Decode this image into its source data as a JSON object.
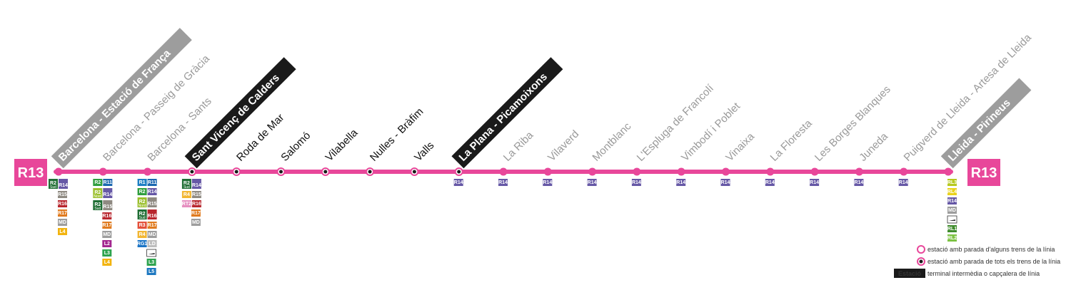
{
  "line": {
    "code": "R13",
    "color": "#e8479a"
  },
  "stations": [
    {
      "name": "Barcelona - Estació de França",
      "style": "terminal-grey",
      "marker": "ring",
      "badges": [
        [
          "R2 Sud",
          "R14"
        ],
        [
          "R15"
        ],
        [
          "R16"
        ],
        [
          "R17"
        ],
        [
          "MD"
        ],
        [
          "L4"
        ]
      ]
    },
    {
      "name": "Barcelona - Passeig de Gràcia",
      "style": "grey",
      "marker": "ring",
      "badges": [
        [
          "R2",
          "R11"
        ],
        [
          "R2 Nord",
          "R14"
        ],
        [
          "R2 Sud",
          "R15"
        ],
        [
          "R16"
        ],
        [
          "R17"
        ],
        [
          "MD"
        ],
        [
          "L2"
        ],
        [
          "L3"
        ],
        [
          "L4"
        ]
      ]
    },
    {
      "name": "Barcelona - Sants",
      "style": "grey",
      "marker": "ring",
      "badges": [
        [
          "R1",
          "R11"
        ],
        [
          "R2",
          "R14"
        ],
        [
          "R2 Nord",
          "R15"
        ],
        [
          "R2 Sud",
          "R16"
        ],
        [
          "R3",
          "R17"
        ],
        [
          "R4",
          "MD"
        ],
        [
          "RG1",
          "LD"
        ],
        [
          "train"
        ],
        [
          "L3"
        ],
        [
          "L5"
        ]
      ]
    },
    {
      "name": "Sant Vicenç de Calders",
      "style": "terminal-black",
      "marker": "dot",
      "badges": [
        [
          "R2 Sud",
          "R14"
        ],
        [
          "R4",
          "R15"
        ],
        [
          "RT2",
          "R16"
        ],
        [
          "R17"
        ],
        [
          "MD"
        ]
      ]
    },
    {
      "name": "Roda de Mar",
      "style": "black",
      "marker": "dot",
      "badges": []
    },
    {
      "name": "Salomó",
      "style": "black",
      "marker": "dot",
      "badges": []
    },
    {
      "name": "Vilabella",
      "style": "black",
      "marker": "dot",
      "badges": []
    },
    {
      "name": "Nulles - Bràfim",
      "style": "black",
      "marker": "dot",
      "badges": []
    },
    {
      "name": "Valls",
      "style": "black",
      "marker": "dot",
      "badges": []
    },
    {
      "name": "La Plana - Picamoixons",
      "style": "terminal-black",
      "marker": "dot",
      "badges": [
        [
          "R14"
        ]
      ]
    },
    {
      "name": "La Riba",
      "style": "grey",
      "marker": "ring",
      "badges": [
        [
          "R14"
        ]
      ]
    },
    {
      "name": "Vilaverd",
      "style": "grey",
      "marker": "ring",
      "badges": [
        [
          "R14"
        ]
      ]
    },
    {
      "name": "Montblanc",
      "style": "grey",
      "marker": "ring",
      "badges": [
        [
          "R14"
        ]
      ]
    },
    {
      "name": "L'Espluga de Francolí",
      "style": "grey",
      "marker": "ring",
      "badges": [
        [
          "R14"
        ]
      ]
    },
    {
      "name": "Vimbodí i Poblet",
      "style": "grey",
      "marker": "ring",
      "badges": [
        [
          "R14"
        ]
      ]
    },
    {
      "name": "Vinaixa",
      "style": "grey",
      "marker": "ring",
      "badges": [
        [
          "R14"
        ]
      ]
    },
    {
      "name": "La Floresta",
      "style": "grey",
      "marker": "ring",
      "badges": [
        [
          "R14"
        ]
      ]
    },
    {
      "name": "Les Borges Blanques",
      "style": "grey",
      "marker": "ring",
      "badges": [
        [
          "R14"
        ]
      ]
    },
    {
      "name": "Juneda",
      "style": "grey",
      "marker": "ring",
      "badges": [
        [
          "R14"
        ]
      ]
    },
    {
      "name": "Puigverd de Lleida - Artesa de Lleida",
      "style": "grey",
      "marker": "ring",
      "badges": [
        [
          "R14"
        ]
      ]
    },
    {
      "name": "Lleida - Pirineus",
      "style": "terminal-grey",
      "marker": "ring",
      "badges": [
        [
          "RL3"
        ],
        [
          "RL4"
        ],
        [
          "R14"
        ],
        [
          "MD"
        ],
        [
          "train"
        ],
        [
          "RL1"
        ],
        [
          "RL2"
        ]
      ]
    }
  ],
  "line_colors": {
    "R1": "#1d7fc4",
    "R2": "#2f9e3e",
    "R2 Nord": "#9bbf2d",
    "R2 Sud": "#1f6e34",
    "R3": "#e4503a",
    "R4": "#f2b632",
    "R11": "#1a67b0",
    "R14": "#6658a6",
    "R15": "#8f8a82",
    "R16": "#b8262e",
    "R17": "#e07b1f",
    "MD": "#9d9d9d",
    "LD": "#bdbdbd",
    "RG1": "#1b74c5",
    "RT2": "#e68ec0",
    "L2": "#a3278f",
    "L3": "#2fa44f",
    "L4": "#f2b40f",
    "L5": "#1d78c1",
    "RL1": "#3f8b2c",
    "RL2": "#7cc242",
    "RL3": "#b6c920",
    "RL4": "#e9d21d",
    "train": "#ffffff"
  },
  "legend": [
    {
      "marker": "ring",
      "text": "estació amb parada d'alguns trens de la línia"
    },
    {
      "marker": "dot",
      "text": "estació amb parada de tots els trens de la línia"
    },
    {
      "marker": "box",
      "box_label": "Estació",
      "text": "terminal intermèdia o capçalera de línia"
    }
  ]
}
